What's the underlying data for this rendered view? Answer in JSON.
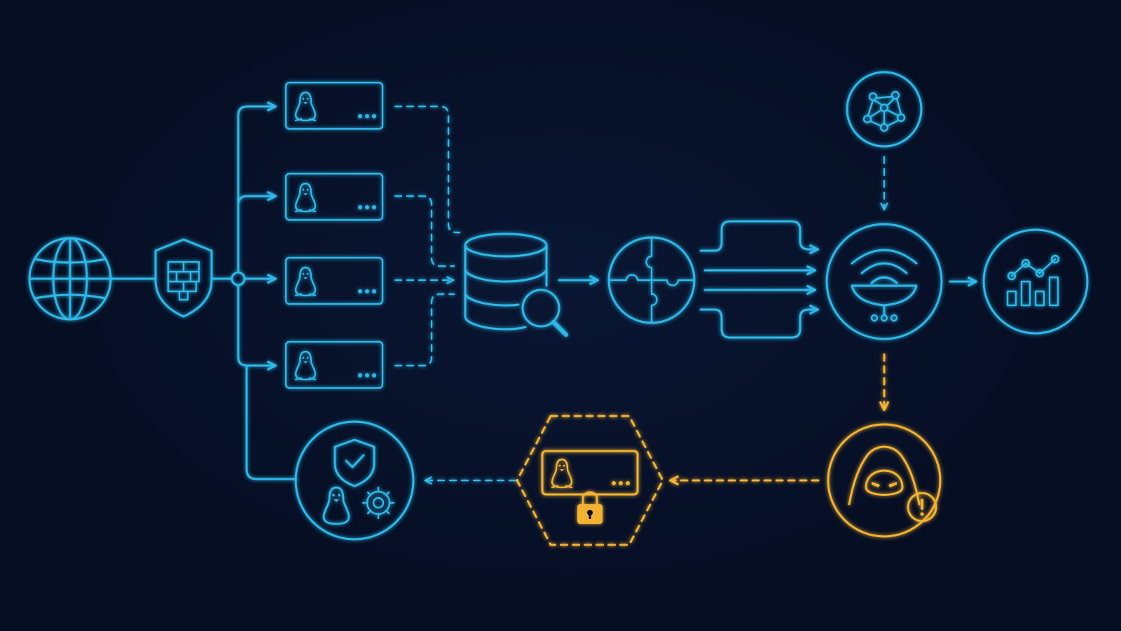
{
  "colors": {
    "background": "#050d22",
    "accent_cyan": "#2fb8e8",
    "accent_amber": "#f2b233"
  },
  "nodes": [
    {
      "id": "internet",
      "icon": "globe-icon"
    },
    {
      "id": "firewall",
      "icon": "firewall-shield-icon"
    },
    {
      "id": "linux-server-1",
      "icon": "linux-penguin-icon"
    },
    {
      "id": "linux-server-2",
      "icon": "linux-penguin-icon"
    },
    {
      "id": "linux-server-3",
      "icon": "linux-penguin-icon"
    },
    {
      "id": "linux-server-4",
      "icon": "linux-penguin-icon"
    },
    {
      "id": "log-database",
      "icon": "database-search-icon"
    },
    {
      "id": "integration",
      "icon": "puzzle-globe-icon"
    },
    {
      "id": "threat-intel",
      "icon": "network-graph-icon"
    },
    {
      "id": "detection-engine",
      "icon": "wifi-satellite-icon"
    },
    {
      "id": "analytics",
      "icon": "chart-icon"
    },
    {
      "id": "threat-actor",
      "icon": "hacker-alert-icon"
    },
    {
      "id": "quarantined-server",
      "icon": "locked-server-icon"
    },
    {
      "id": "remediation",
      "icon": "shield-penguin-gear-icon"
    }
  ]
}
